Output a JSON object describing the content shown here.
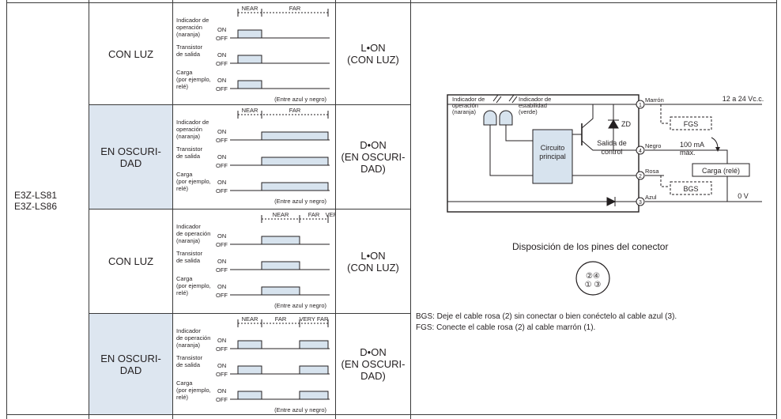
{
  "model": {
    "line1": "E3Z-LS81",
    "line2": "E3Z-LS86"
  },
  "rows": [
    {
      "mode": "CON LUZ",
      "output": "L•ON\n(CON LUZ)",
      "zones": [
        "NEAR",
        "FAR"
      ],
      "signals": [
        "Indicador de\noperación\n(naranja)",
        "Transistor\nde salida",
        "Carga\n(por ejemplo,\nrelé)"
      ],
      "note": "(Entre azul y negro)"
    },
    {
      "mode": "EN OSCURI-\nDAD",
      "output": "D•ON\n(EN OSCURI-\nDAD)",
      "zones": [
        "NEAR",
        "FAR"
      ],
      "signals": [
        "Indicador de\noperación\n(naranja)",
        "Transistor\nde salida",
        "Carga\n(por ejemplo,\nrelé)"
      ],
      "note": "(Entre azul y negro)"
    },
    {
      "mode": "CON LUZ",
      "output": "L•ON\n(CON LUZ)",
      "zones": [
        "NEAR",
        "FAR",
        "VERY FAR"
      ],
      "signals": [
        "Indicador\nde operación\n(naranja)",
        "Transistor\nde salida",
        "Carga\n(por ejemplo,\nrelé)"
      ],
      "note": "(Entre azul y negro)"
    },
    {
      "mode": "EN OSCURI-\nDAD",
      "output": "D•ON\n(EN OSCURI-\nDAD)",
      "zones": [
        "NEAR",
        "FAR",
        "VERY FAR"
      ],
      "signals": [
        "Indicador\nde operación\n(naranja)",
        "Transistor\nde salida",
        "Carga\n(por ejemplo,\nrelé)"
      ],
      "note": "(Entre azul y negro)"
    }
  ],
  "states": {
    "on": "ON",
    "off": "OFF"
  },
  "circuit": {
    "op_indicator": "Indicador de\noperación\n(naranja)",
    "stab_indicator": "Indicador de\nestabilidad\n(verde)",
    "main_circuit": "Circuito\nprincipal",
    "control_output": "Salida de\ncontrol",
    "zd": "ZD",
    "wires": [
      "Marrón",
      "Negro",
      "Rosa",
      "Azul"
    ],
    "pins": [
      "1",
      "4",
      "2",
      "3"
    ],
    "supply": "12 a 24 Vc.c.",
    "current": "100 mA\nmáx.",
    "load": "Carga (relé)",
    "fgs": "FGS",
    "bgs": "BGS",
    "zero_v": "0 V"
  },
  "connector": {
    "title": "Disposición de los pines del conector",
    "pins": [
      "①",
      "②",
      "③",
      "④"
    ]
  },
  "notes": [
    "BGS: Deje el cable rosa (2) sin conectar o bien conéctelo al cable azul (3).",
    "FGS: Conecte el cable rosa (2) al cable marrón (1)."
  ],
  "colors": {
    "shade": "#dde6f0",
    "line": "#3a3a3a",
    "bar": "#d7e3ee"
  }
}
